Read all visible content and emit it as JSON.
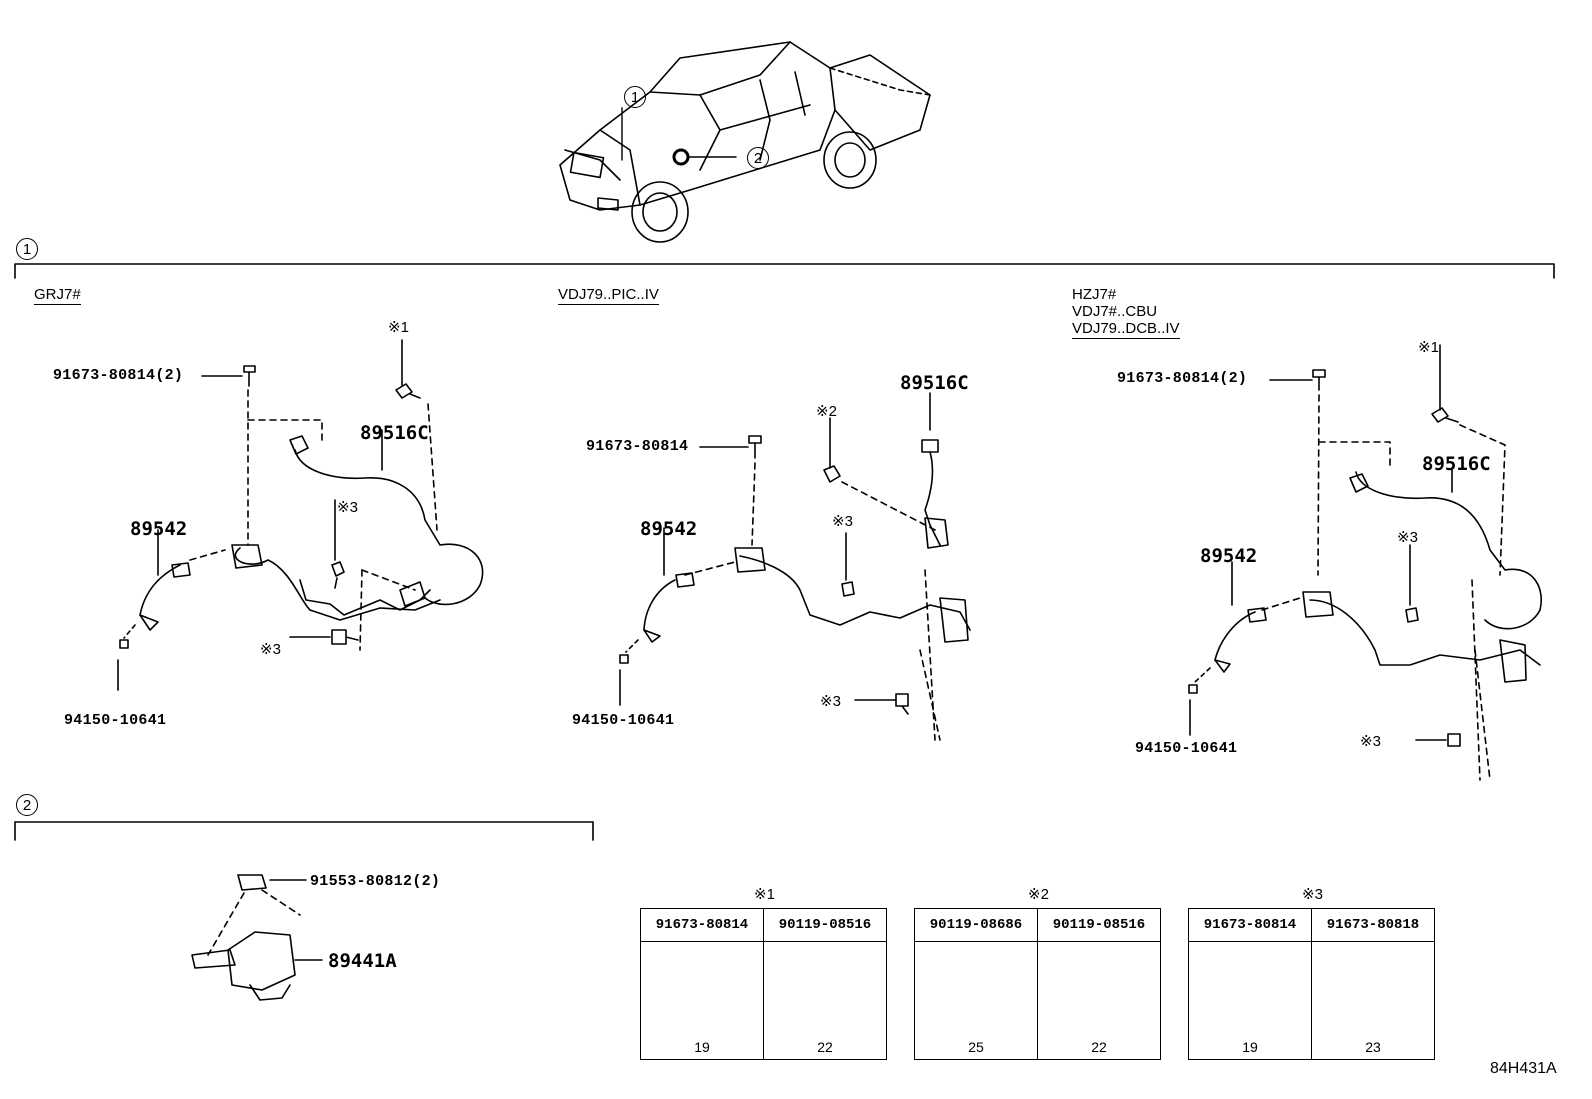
{
  "callouts": {
    "c1": "1",
    "c2": "2"
  },
  "section1": {
    "number": "1",
    "variants": {
      "grj": [
        "GRJ7#"
      ],
      "vdj_pic": [
        "VDJ79..PIC..IV"
      ],
      "hzj": [
        "HZJ7#",
        "VDJ7#..CBU",
        "VDJ79..DCB..IV"
      ]
    },
    "left": {
      "bolt_top": "91673-80814(2)",
      "mark1": "※1",
      "sensor_wire": "89516C",
      "sensor": "89542",
      "mark3a": "※3",
      "mark3b": "※3",
      "nut": "94150-10641"
    },
    "middle": {
      "bolt_top": "91673-80814",
      "mark2": "※2",
      "sensor_wire": "89516C",
      "sensor": "89542",
      "mark3a": "※3",
      "mark3b": "※3",
      "nut": "94150-10641"
    },
    "right": {
      "bolt_top": "91673-80814(2)",
      "mark1": "※1",
      "sensor_wire": "89516C",
      "sensor": "89542",
      "mark3a": "※3",
      "mark3b": "※3",
      "nut": "94150-10641"
    }
  },
  "section2": {
    "number": "2",
    "nut": "91553-80812(2)",
    "part": "89441A"
  },
  "fastener_tables": [
    {
      "mark": "※1",
      "items": [
        {
          "part": "91673-80814",
          "length": "19"
        },
        {
          "part": "90119-08516",
          "length": "22"
        }
      ]
    },
    {
      "mark": "※2",
      "items": [
        {
          "part": "90119-08686",
          "length": "25"
        },
        {
          "part": "90119-08516",
          "length": "22"
        }
      ]
    },
    {
      "mark": "※3",
      "items": [
        {
          "part": "91673-80814",
          "length": "19"
        },
        {
          "part": "91673-80818",
          "length": "23"
        }
      ]
    }
  ],
  "drawing_id": "84H431A"
}
